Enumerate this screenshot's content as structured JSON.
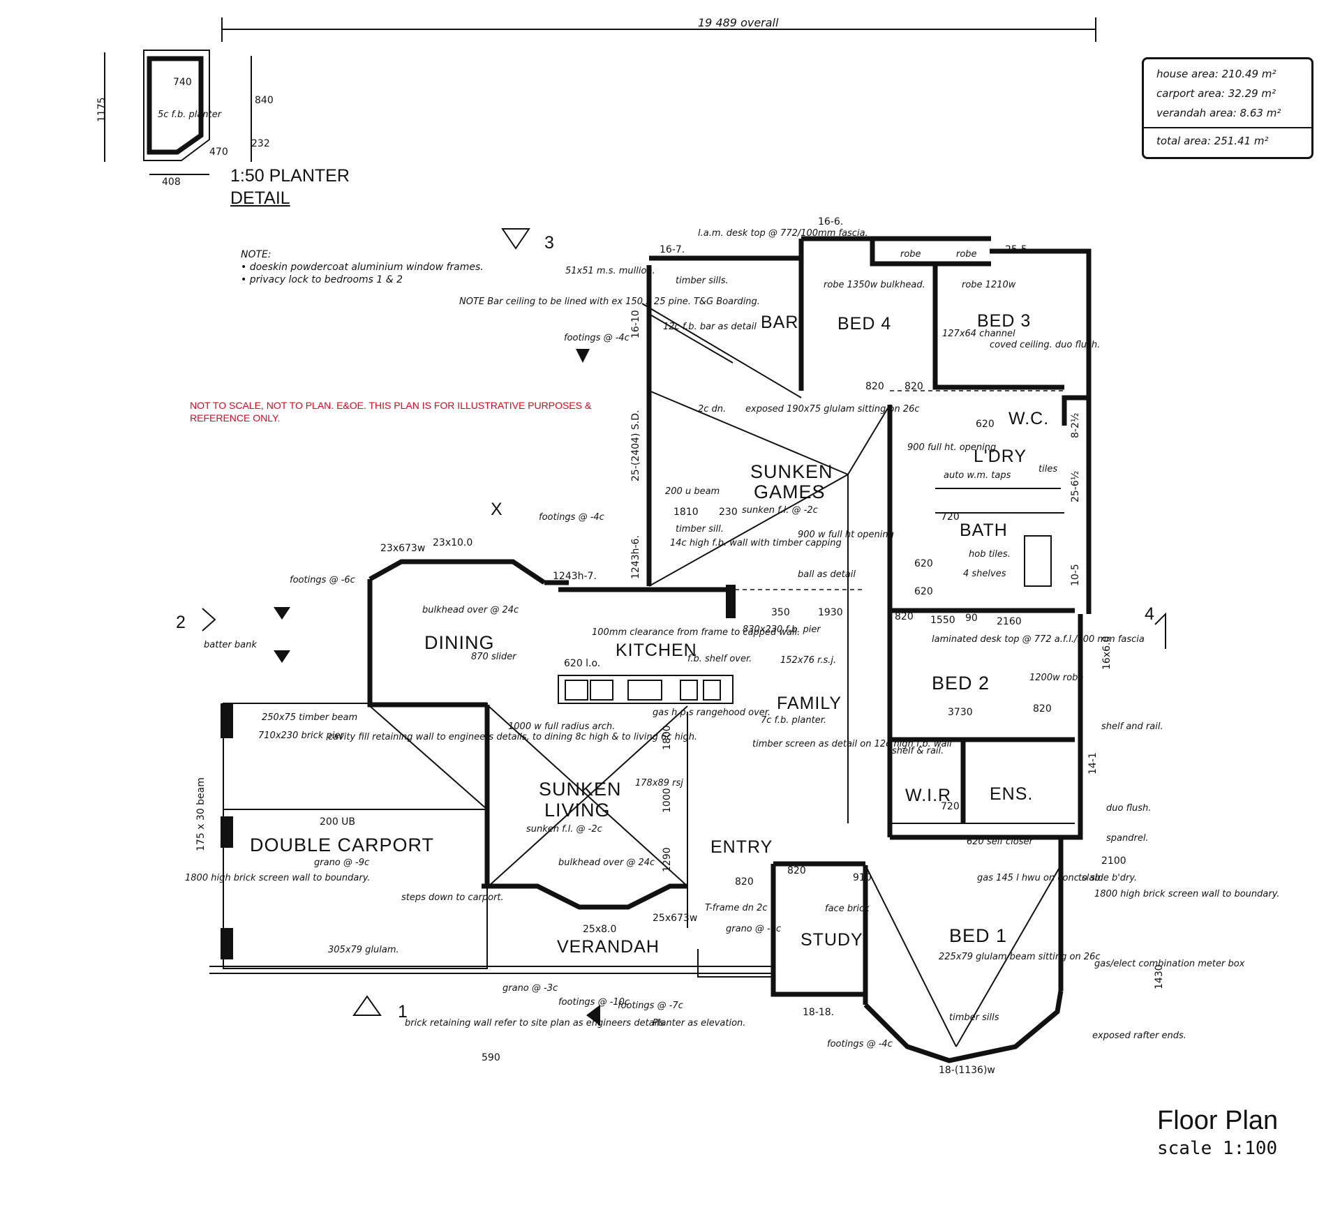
{
  "title": {
    "main": "Floor Plan",
    "scale": "scale 1:100"
  },
  "overall_dimension": "19 489 overall",
  "disclaimer": "NOT TO SCALE, NOT TO PLAN. E&OE. THIS PLAN IS FOR ILLUSTRATIVE PURPOSES & REFERENCE ONLY.",
  "areas": {
    "house": "house area: 210.49 m²",
    "carport": "carport area: 32.29 m²",
    "verandah": "verandah area: 8.63 m²",
    "total": "total area: 251.41 m²"
  },
  "planter_detail": {
    "title_line1": "1:50 PLANTER",
    "title_line2": "DETAIL",
    "label": "5c f.b. planter",
    "dims": [
      "740",
      "840",
      "1175",
      "232",
      "470",
      "408"
    ]
  },
  "notes": {
    "heading": "NOTE:",
    "items": [
      "• doeskin powdercoat aluminium window frames.",
      "• privacy lock to bedrooms 1 & 2"
    ]
  },
  "rooms": {
    "bar": "BAR",
    "bed4": "BED 4",
    "bed3": "BED 3",
    "wc": "W.C.",
    "laundry": "L'DRY",
    "bath": "BATH",
    "sunken_games_1": "SUNKEN",
    "sunken_games_2": "GAMES",
    "dining": "DINING",
    "kitchen": "KITCHEN",
    "family": "FAMILY",
    "bed2": "BED 2",
    "double_carport": "DOUBLE   CARPORT",
    "sunken_living_1": "SUNKEN",
    "sunken_living_2": "LIVING",
    "wir": "W.I.R",
    "ens": "ENS.",
    "entry": "ENTRY",
    "study": "STUDY",
    "bed1": "BED 1",
    "verandah": "VERANDAH"
  },
  "annotations": {
    "bar_ceiling_note": "NOTE Bar ceiling to be lined with ex 150 x 25 pine. T&G Boarding.",
    "mullion": "51x51 m.s. mullion.",
    "timber_sills": "timber sills.",
    "lam_desk": "l.a.m. desk top @ 772/100mm fascia.",
    "robe_bed4": "robe 1350w bulkhead.",
    "robe_bed3": "robe 1210w",
    "robe": "robe",
    "coved_ceiling": "coved ceiling. duo flush.",
    "channel": "127x64 channel",
    "bar_detail": "12c f.b. bar as detail",
    "footings_4": "footings @ -4c",
    "exposed_glulam": "exposed 190x75 glulam sitting on 26c",
    "two_dn": "2c dn.",
    "ubeam": "200 u beam",
    "sunken_fl_games": "sunken f.l. @ -2c",
    "timber_sill": "timber sill.",
    "fb_wall": "14c high f.b. wall with timber capping",
    "full_opening": "900 w full ht opening",
    "ball_detail": "ball as detail",
    "laundry_open": "900 full ht. opening",
    "auto_wm": "auto w.m. taps",
    "tiles": "tiles",
    "shelves": "4 shelves",
    "hob_tiles": "hob tiles.",
    "bulkhead_dining": "bulkhead over @ 24c",
    "slider": "870 slider",
    "clearance": "100mm clearance from frame to capped wall.",
    "fb_shelf": "f.b. shelf over.",
    "rsj_152": "152x76 r.s.j.",
    "fb_pier": "830x230 f.b. pier",
    "laminated_desk": "laminated desk top @ 772 a.f.l./100 mm fascia",
    "robe_1200": "1200w robe",
    "timber_beam": "250x75 timber beam",
    "brick_pier": "710x230 brick pier",
    "cavity_fill": "cavity fill retaining wall to engineers details, to dining 8c high & to living 6c high.",
    "rangehood": "gas h.p.s rangehood over.",
    "full_radius_arch": "1000 w full radius arch.",
    "fb_planter": "7c f.b. planter.",
    "timber_screen": "timber screen as detail on 12c high f.b. wall",
    "sunken_fl_living": "sunken f.l. @ -2c",
    "rsj_178": "178x89 rsj",
    "grano_9": "grano @ -9c",
    "brick_screen": "1800 high brick screen wall to boundary.",
    "steps_down": "steps down to carport.",
    "glulam_305": "305x79 glulam.",
    "bulkhead_living": "bulkhead over @ 24c",
    "verandah_dims": "25x8.0",
    "shelf_rail": "shelf & rail.",
    "self_closer": "620 self closer",
    "gas_hwu": "gas 145 l hwu on conc slab.",
    "face_brick": "face brick",
    "glulam_bed1": "225x79 glulam beam sitting on 26c",
    "timber_sills_bed1": "timber sills",
    "planter_elev": "Planter as elevation.",
    "brick_retaining": "brick retaining wall refer to site plan as engineers details",
    "footings_10": "footings @ -10c",
    "footings_7": "footings @ -7c",
    "exposed_rafter": "exposed rafter ends.",
    "gas_elect": "gas/elect combination meter box",
    "duo_flush": "duo flush.",
    "shelf_and_rail": "shelf and rail.",
    "spandrel": "spandrel.",
    "side_bdry": "to side b'dry.",
    "batter_bank": "batter bank",
    "footings_6": "footings @ -6c",
    "tframe": "T-frame dn 2c",
    "grano_1": "grano @ -1c",
    "grano_3": "grano @ -3c"
  },
  "dimensions": {
    "d_16_7": "16-7.",
    "d_16_6": "16-6.",
    "d_25_5": "25-5.",
    "d_16_10": "16-10",
    "d_25_2404": "25-(2404) S.D.",
    "d_1243h6": "1243h-6.",
    "d_1243h7": "1243h-7.",
    "d_23x10": "23x10.0",
    "d_23x673": "23x673w",
    "d_1810": "1810",
    "d_230": "230",
    "d_350": "350",
    "d_1930": "1930",
    "d_820": "820",
    "d_620": "620",
    "d_720": "720",
    "d_1550": "1550",
    "d_90": "90",
    "d_2160": "2160",
    "d_3730": "3730",
    "d_1800": "1800",
    "d_1000": "1000",
    "d_1290": "1290",
    "d_910": "910",
    "d_2100": "2100",
    "d_18_18": "18-18.",
    "d_18_1136": "18-(1136)w",
    "d_8_2": "8-2½",
    "d_25_6": "25-6½",
    "d_10_5": "10-5",
    "d_16x6": "16x6.0",
    "d_14_1": "14-1",
    "d_175x30": "175 x 30 beam",
    "d_25x673b": "25x673w",
    "d_200ub": "200 UB",
    "d_590": "590",
    "d_1430": "1430",
    "d_620lo": "620 l.o."
  },
  "section_markers": [
    "3",
    "1",
    "2",
    "4",
    "X"
  ],
  "colors": {
    "ink": "#111111",
    "disclaimer": "#e8001c",
    "paper": "#ffffff"
  }
}
